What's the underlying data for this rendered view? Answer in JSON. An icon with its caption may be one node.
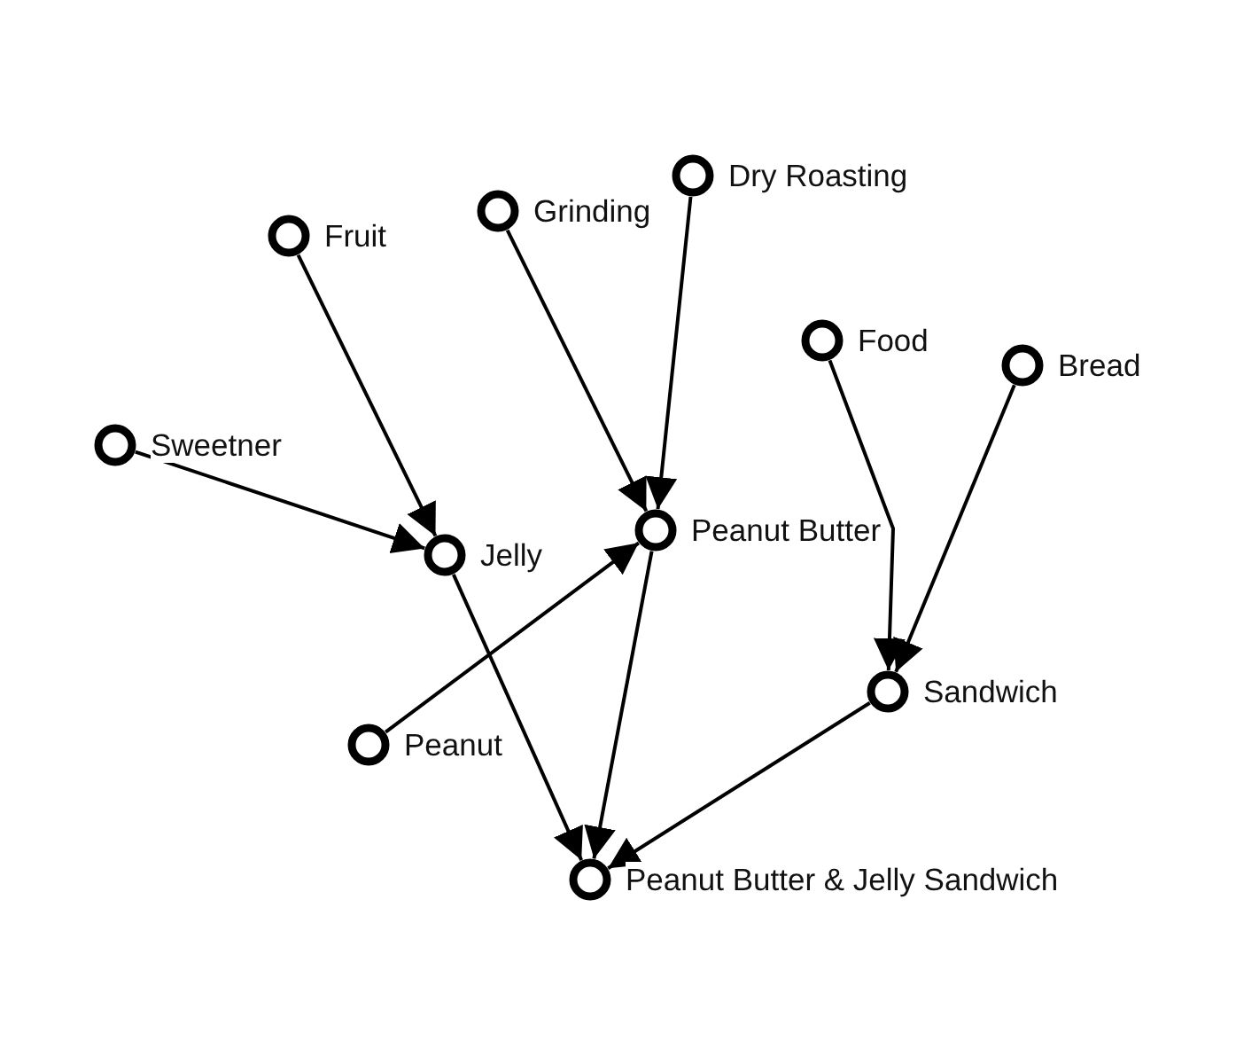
{
  "diagram": {
    "nodes": [
      {
        "text": [
          "Fruit"
        ]
      },
      {
        "text": [
          "Grinding"
        ]
      },
      {
        "text": [
          "Dry Roasting"
        ]
      },
      {
        "text": [
          "Food"
        ]
      },
      {
        "text": [
          "Bread"
        ]
      },
      {
        "text": [
          "Sweetner"
        ]
      },
      {
        "text": [
          "Jelly"
        ]
      },
      {
        "text": [
          "Peanut Butter"
        ]
      },
      {
        "text": [
          "Peanut"
        ]
      },
      {
        "text": [
          "Sandwich"
        ]
      },
      {
        "text": [
          "Peanut Butter & Jelly Sandwich"
        ]
      }
    ],
    "edges": [
      {
        "from": 0,
        "to": 6,
        "arrow": "to"
      },
      {
        "from": 5,
        "to": 6,
        "arrow": "to"
      },
      {
        "from": 1,
        "to": 7,
        "arrow": "to"
      },
      {
        "from": 2,
        "to": 7,
        "arrow": "to"
      },
      {
        "from": 8,
        "to": 7,
        "arrow": "to"
      },
      {
        "from": 3,
        "to": 9,
        "arrow": "to"
      },
      {
        "from": 4,
        "to": 9,
        "arrow": "to"
      },
      {
        "from": 6,
        "to": 10,
        "arrow": "to"
      },
      {
        "from": 7,
        "to": 10,
        "arrow": "to"
      },
      {
        "from": 9,
        "to": 10,
        "arrow": "to"
      }
    ]
  }
}
